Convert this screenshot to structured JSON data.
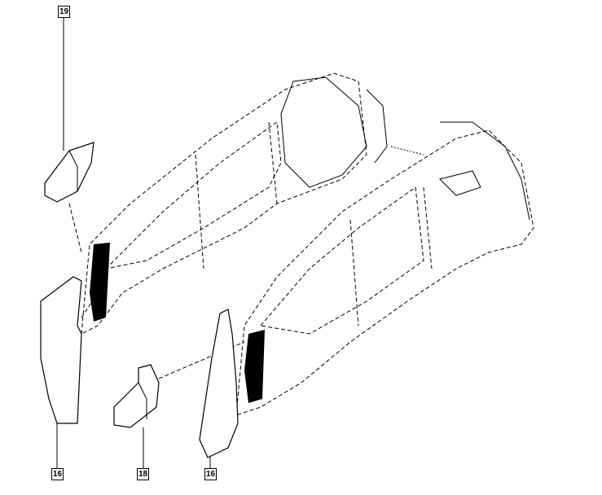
{
  "diagram": {
    "callouts": [
      {
        "id": "callout-19",
        "label": "19"
      },
      {
        "id": "callout-16-left",
        "label": "16"
      },
      {
        "id": "callout-18",
        "label": "18"
      },
      {
        "id": "callout-16-right",
        "label": "16"
      }
    ]
  }
}
